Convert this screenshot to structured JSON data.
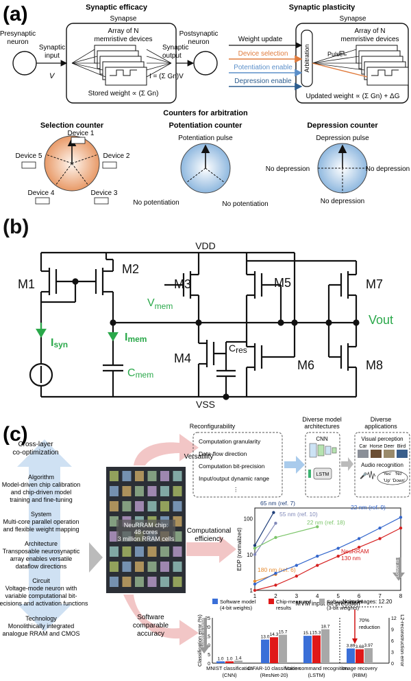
{
  "panel_a": {
    "label": "(a)",
    "efficacy": {
      "title": "Synaptic efficacy",
      "synapse": "Synapse",
      "array_l1": "Array of N",
      "array_l2": "memristive devices",
      "presyn_l1": "Presynaptic",
      "presyn_l2": "neuron",
      "input_l1": "Synaptic",
      "input_l2": "input",
      "input_v": "V",
      "output_l1": "Synaptic",
      "output_l2": "output",
      "postsyn_l1": "Postsynaptic",
      "postsyn_l2": "neuron",
      "stored_weight": "Stored weight ∝ (Σ Gn)",
      "current_eq": "I = (Σ Gn)V"
    },
    "plasticity": {
      "title": "Synaptic plasticity",
      "synapse": "Synapse",
      "array_l1": "Array of N",
      "array_l2": "memristive devices",
      "weight_update": "Weight update",
      "device_selection": "Device selection",
      "potentiation_enable": "Potentiation enable",
      "depression_enable": "Depression enable",
      "arbitration": "Arbitration",
      "pulse": "Pulse",
      "updated_weight": "Updated weight ∝ (Σ Gn) + ΔG"
    },
    "counters_title": "Counters for arbitration",
    "selection_counter": {
      "title": "Selection counter",
      "devices": [
        "Device 1",
        "Device 2",
        "Device 3",
        "Device 4",
        "Device 5"
      ]
    },
    "potentiation_counter": {
      "title": "Potentiation counter",
      "top": "Potentiation pulse",
      "left": "No potentiation",
      "right": "No potentiation"
    },
    "depression_counter": {
      "title": "Depression counter",
      "top": "Depression pulse",
      "left": "No depression",
      "right": "No depression",
      "bottom": "No depression"
    },
    "colors": {
      "selection": "#e6834a",
      "potentiation_line": "#5b8fc9",
      "depression_line": "#2c5d8f",
      "selection_line": "#e07b3c",
      "counter_blue": "#9fc3e3"
    }
  },
  "panel_b": {
    "label": "(b)",
    "vdd": "VDD",
    "vss": "VSS",
    "m1": "M1",
    "m2": "M2",
    "m3": "M3",
    "m4": "M4",
    "m5": "M5",
    "m6": "M6",
    "m7": "M7",
    "m8": "M8",
    "vmem": "V",
    "vmem_sub": "mem",
    "isyn": "I",
    "isyn_sub": "syn",
    "imem": "I",
    "imem_sub": "mem",
    "cmem": "C",
    "cmem_sub": "mem",
    "cres": "C",
    "cres_sub": "res",
    "vout": "Vout",
    "green": "#2aa84a"
  },
  "panel_c": {
    "label": "(c)",
    "cross_layer_l1": "Cross-layer",
    "cross_layer_l2": "co-optimization",
    "algorithm": [
      "Algorithm",
      "Model-driven chip calibration",
      "and chip-driven model",
      "training and fine-tuning"
    ],
    "system": [
      "System",
      "Multi-core parallel operation",
      "and flexible weight mapping"
    ],
    "architecture": [
      "Architecture",
      "Transposable neurosynaptic",
      "array enables versatile",
      "dataflow directions"
    ],
    "circuit": [
      "Circuit",
      "Voltage-mode neuron with",
      "variable computational bit-",
      "precisions and activation functions"
    ],
    "technology": [
      "Technology",
      "Monolithically integrated",
      "analogue RRAM and CMOS"
    ],
    "chip_l1": "NeuRRAM chip:",
    "chip_l2": "48 cores",
    "chip_l3": "3 million RRAM cells",
    "versatility": "Versatility",
    "comp_eff_l1": "Computational",
    "comp_eff_l2": "efficiency",
    "sw_acc_l1": "Software",
    "sw_acc_l2": "comparable",
    "sw_acc_l3": "accuracy",
    "reconfig_title": "Reconfigurability",
    "reconfig_items": [
      "Computation granularity",
      "Data-flow direction",
      "Computation bit-precision",
      "Input/output dynamic range",
      "⋮"
    ],
    "diverse_arch_l1": "Diverse model",
    "diverse_arch_l2": "architectures",
    "cnn": "CNN",
    "lstm": "LSTM",
    "diverse_app_l1": "Diverse",
    "diverse_app_l2": "applications",
    "visual_perception": "Visual perception",
    "animals": [
      "Car",
      "Horse",
      "Deer",
      "Bird"
    ],
    "audio_recognition": "Audio recognition",
    "audio_words": [
      "'Yes'",
      "'No'",
      "'Up'",
      "'Down'"
    ],
    "lower_better": "Lower is better",
    "lower_better_2": "Lower is better"
  },
  "chart_data": [
    {
      "type": "line",
      "xlabel": "MVM input bit-precision",
      "ylabel": "EDP (normalized)",
      "x_ticks": [
        1,
        2,
        3,
        4,
        5,
        6,
        7,
        8
      ],
      "y_scale": "log",
      "y_ticks": [
        "1",
        "10",
        "100"
      ],
      "series": [
        {
          "name": "65 nm (ref. 7)",
          "color": "#1f3f7a",
          "x": [
            1,
            1.9
          ],
          "y": [
            18,
            150
          ]
        },
        {
          "name": "55 nm (ref. 10)",
          "color": "#8088b8",
          "x": [
            1,
            2
          ],
          "y": [
            10,
            75
          ]
        },
        {
          "name": "22 nm (ref. 18)",
          "color": "#7cc56a",
          "x": [
            1,
            2,
            4
          ],
          "y": [
            15,
            30,
            60
          ]
        },
        {
          "name": "180 nm (ref. 6)",
          "color": "#e58a2e",
          "x": [
            1,
            2
          ],
          "y": [
            1.8,
            2.8
          ]
        },
        {
          "name": "22 nm (ref. 9)",
          "color": "#3366cc",
          "x": [
            1,
            2,
            3,
            4,
            5,
            6,
            7,
            8
          ],
          "y": [
            1.5,
            3,
            5,
            9,
            15,
            28,
            55,
            110
          ]
        },
        {
          "name": "NeuRRAM 130 nm",
          "color": "#d62020",
          "x": [
            1,
            2,
            3,
            4,
            5,
            6,
            7,
            8
          ],
          "y": [
            1,
            1.4,
            2.5,
            5,
            9,
            16,
            28,
            55
          ]
        }
      ]
    },
    {
      "type": "bar",
      "legend": [
        "Software model (4-bit weights)",
        "Chip-measured results",
        "Software model (3-bit weights)"
      ],
      "colors": [
        "#3a6fd8",
        "#e01818",
        "#a8a8a8"
      ],
      "ylabel_left": "Classification error (%)",
      "ylabel_right": "L2-reconstruction error",
      "y_left_ticks": [
        "0",
        "5",
        "10",
        "15",
        "20",
        "25"
      ],
      "y_right_ticks": [
        "0",
        "3",
        "6",
        "9",
        "12"
      ],
      "categories": [
        "MNIST classification (CNN)",
        "CIFAR-10 classification (ResNet-20)",
        "Voice command recognition (LSTM)",
        "Image recovery (RBM)"
      ],
      "series": [
        {
          "name": "Software model (4-bit weights)",
          "values": [
            1.0,
            13.0,
            15.1,
            3.89
          ]
        },
        {
          "name": "Chip-measured results",
          "values": [
            1.0,
            14.3,
            15.3,
            3.68
          ]
        },
        {
          "name": "Software model (3-bit weights)",
          "values": [
            1.4,
            15.7,
            18.7,
            3.97
          ]
        }
      ],
      "annotations": [
        "Noisy images: 12.20",
        "70% reduction"
      ]
    }
  ]
}
